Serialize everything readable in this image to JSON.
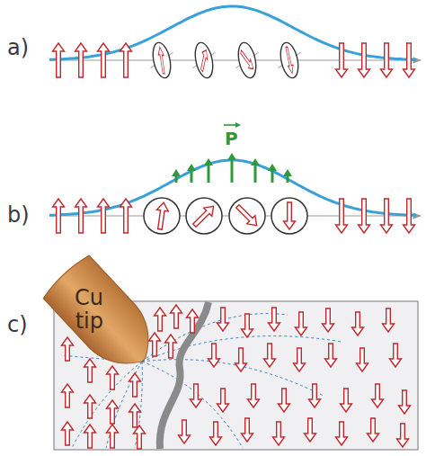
{
  "diagram": {
    "nodes": [
      {
        "text": [
          "Cu tip"
        ]
      }
    ],
    "labels": [
      "a)",
      "b)",
      "P",
      "c)"
    ]
  }
}
